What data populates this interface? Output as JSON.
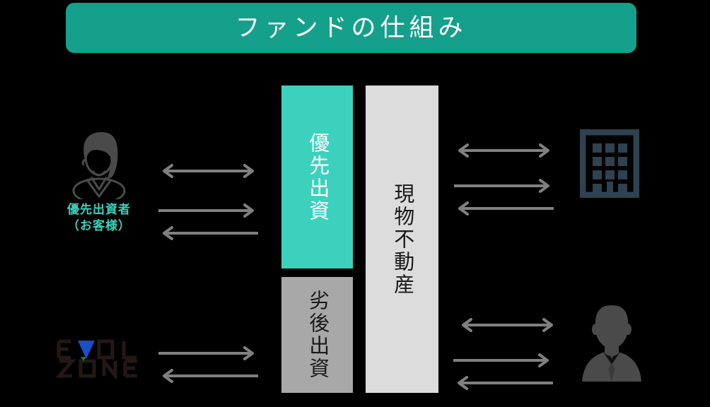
{
  "header": {
    "title": "ファンドの仕組み",
    "bg_color": "#15A08B",
    "text_color": "#FFFFFF"
  },
  "colors": {
    "background": "#000000",
    "accent_teal": "#3BD1BC",
    "header_teal": "#15A08B",
    "gray_mid": "#A8A8A8",
    "gray_light": "#DCDCDC",
    "arrow_gray": "#808080",
    "icon_gray": "#4A4A4A",
    "building_slate": "#2E4250",
    "logo_dark": "#231815",
    "logo_blue": "#1B4FC8"
  },
  "boxes": [
    {
      "id": "senior-investment",
      "label": "優先出資",
      "bg_color": "#3BD1BC",
      "text_color": "#FFFFFF"
    },
    {
      "id": "subordinate-investment",
      "label": "劣後出資",
      "bg_color": "#A8A8A8",
      "text_color": "#1A1A1A"
    },
    {
      "id": "physical-property",
      "label": "現物不動産",
      "bg_color": "#DCDCDC",
      "text_color": "#1A1A1A"
    }
  ],
  "investor": {
    "icon": "woman-silhouette-icon",
    "label_line1": "優先出資者",
    "label_line2": "（お客様）",
    "label_color": "#3BD1BC"
  },
  "company": {
    "icon": "evol-zone-logo",
    "name_line1": "EVOL",
    "name_line2": "ZONE",
    "letters_top": [
      "E",
      "V",
      "O",
      "L"
    ],
    "letters_bottom": [
      "Z",
      "O",
      "N",
      "E"
    ]
  },
  "right_entities": [
    {
      "id": "building",
      "icon": "building-icon"
    },
    {
      "id": "businessman",
      "icon": "businessman-silhouette-icon"
    }
  ],
  "arrows": {
    "investor_to_fund": [
      {
        "id": "investor-bidirectional",
        "direction": "both"
      },
      {
        "id": "investor-to-fund",
        "direction": "right"
      },
      {
        "id": "fund-to-investor",
        "direction": "left"
      }
    ],
    "company_to_fund": [
      {
        "id": "company-to-fund",
        "direction": "right"
      },
      {
        "id": "fund-to-company",
        "direction": "left"
      }
    ],
    "fund_to_building": [
      {
        "id": "building-bidirectional",
        "direction": "both"
      },
      {
        "id": "fund-to-building",
        "direction": "right"
      },
      {
        "id": "building-to-fund",
        "direction": "left"
      }
    ],
    "fund_to_businessman": [
      {
        "id": "businessman-bidirectional",
        "direction": "both"
      },
      {
        "id": "fund-to-businessman",
        "direction": "right"
      },
      {
        "id": "businessman-to-fund",
        "direction": "left"
      }
    ]
  }
}
